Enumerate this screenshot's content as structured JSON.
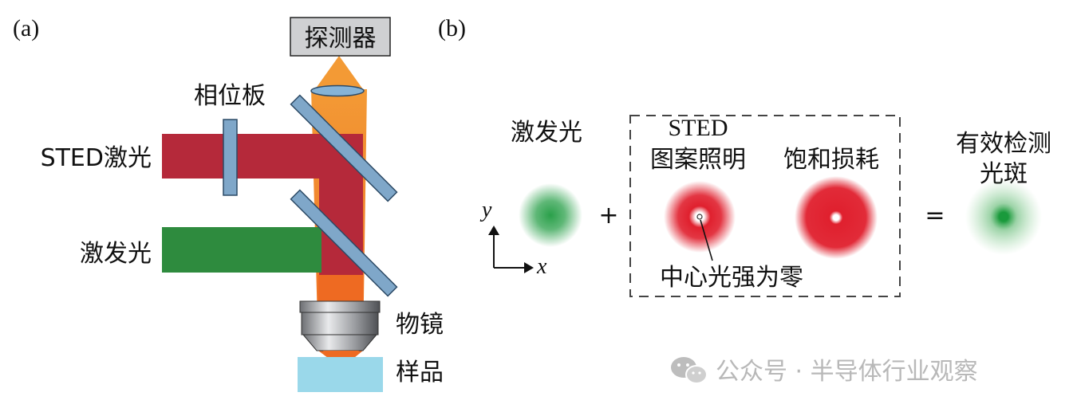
{
  "panel_a": {
    "label": "(a)",
    "detector": "探测器",
    "phase_plate": "相位板",
    "sted_laser": "STED激光",
    "excitation_laser": "激发光",
    "objective": "物镜",
    "sample": "样品"
  },
  "panel_b": {
    "label": "(b)",
    "excitation": "激发光",
    "plus": "+",
    "sted_pattern_line1": "STED",
    "sted_pattern_line2": "图案照明",
    "saturation_depletion": "饱和损耗",
    "equals": "=",
    "effective_spot_line1": "有效检测",
    "effective_spot_line2": "光斑",
    "center_zero": "中心光强为零",
    "axis_y": "y",
    "axis_x": "x"
  },
  "watermark": {
    "text": "公众号 · 半导体行业观察",
    "icon": "wechat-icon"
  },
  "colors": {
    "sted_red": "#b5293a",
    "excitation_green": "#2e8b3e",
    "beam_orange": "#f08a2a",
    "optic_blue": "#7fa7c9",
    "sample_cyan": "#9ad8ea",
    "spot_red": "#e0202e",
    "spot_green": "#2aa04a"
  }
}
